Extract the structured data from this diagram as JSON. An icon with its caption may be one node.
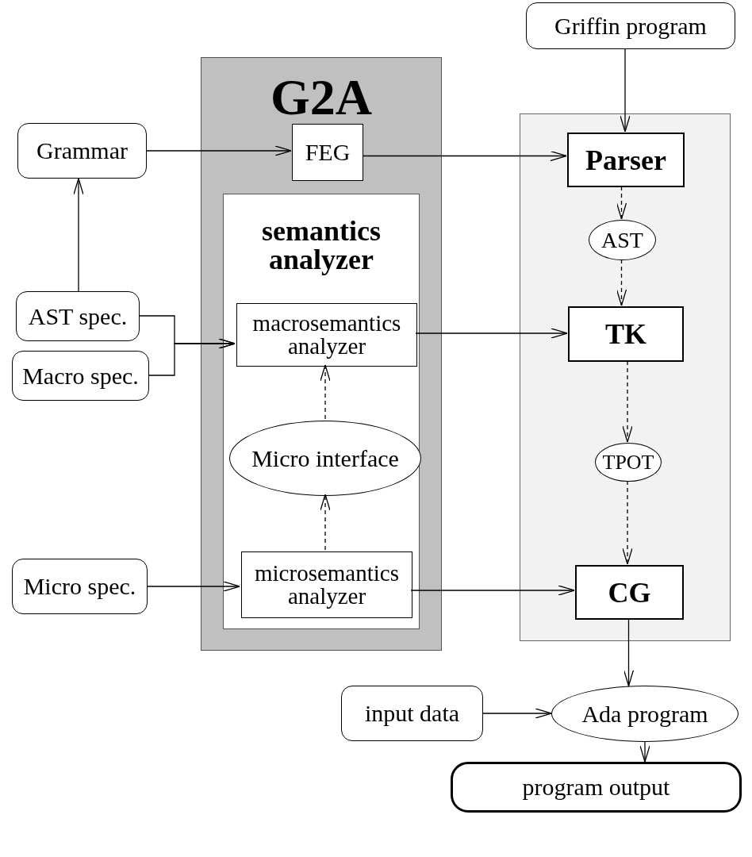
{
  "diagram": {
    "nodes": [
      {
        "text": [
          "G2A"
        ]
      },
      {
        "text": [
          "FEG"
        ],
        "in": 0
      },
      {
        "text": [
          "semantics analyzer"
        ],
        "in": 0
      },
      {
        "text": [
          "macrosemantics analyzer"
        ],
        "in": 2
      },
      {
        "text": [
          "Micro interface"
        ],
        "in": 2
      },
      {
        "text": [
          "microsemantics analyzer"
        ],
        "in": 2
      },
      {
        "text": [],
        "shape": "box"
      },
      {
        "text": [
          "Griffin program"
        ]
      },
      {
        "text": [
          "Parser"
        ],
        "in": 6
      },
      {
        "text": [
          "AST"
        ],
        "in": 6
      },
      {
        "text": [
          "TK"
        ],
        "in": 6
      },
      {
        "text": [
          "TPOT"
        ],
        "in": 6
      },
      {
        "text": [
          "CG"
        ],
        "in": 6
      },
      {
        "text": [
          "Grammar"
        ]
      },
      {
        "text": [
          "AST spec."
        ]
      },
      {
        "text": [
          "Macro spec."
        ]
      },
      {
        "text": [
          "Micro spec."
        ]
      },
      {
        "text": [
          "input data"
        ]
      },
      {
        "text": [
          "Ada program"
        ]
      },
      {
        "text": [
          "program output"
        ]
      }
    ],
    "edges": [
      {
        "from": 13,
        "to": 1,
        "arrow": "to"
      },
      {
        "from": 1,
        "to": 8,
        "arrow": "to"
      },
      {
        "from": 7,
        "to": 8,
        "arrow": "to"
      },
      {
        "from": 14,
        "to": 13,
        "arrow": "to"
      },
      {
        "from": 14,
        "to": 3,
        "arrow": "to"
      },
      {
        "from": 15,
        "to": 3,
        "arrow": "to"
      },
      {
        "from": 8,
        "to": 9,
        "arrow": "to",
        "style": "dashed"
      },
      {
        "from": 9,
        "to": 10,
        "arrow": "to",
        "style": "dashed"
      },
      {
        "from": 10,
        "to": 11,
        "arrow": "to",
        "style": "dashed"
      },
      {
        "from": 11,
        "to": 12,
        "arrow": "to",
        "style": "dashed"
      },
      {
        "from": 3,
        "to": 10,
        "arrow": "to"
      },
      {
        "from": 4,
        "to": 3,
        "arrow": "to",
        "style": "dashed"
      },
      {
        "from": 5,
        "to": 4,
        "arrow": "to",
        "style": "dashed"
      },
      {
        "from": 16,
        "to": 5,
        "arrow": "to"
      },
      {
        "from": 5,
        "to": 12,
        "arrow": "to"
      },
      {
        "from": 12,
        "to": 18,
        "arrow": "to"
      },
      {
        "from": 17,
        "to": 18,
        "arrow": "to"
      },
      {
        "from": 18,
        "to": 19,
        "arrow": "to"
      }
    ]
  }
}
